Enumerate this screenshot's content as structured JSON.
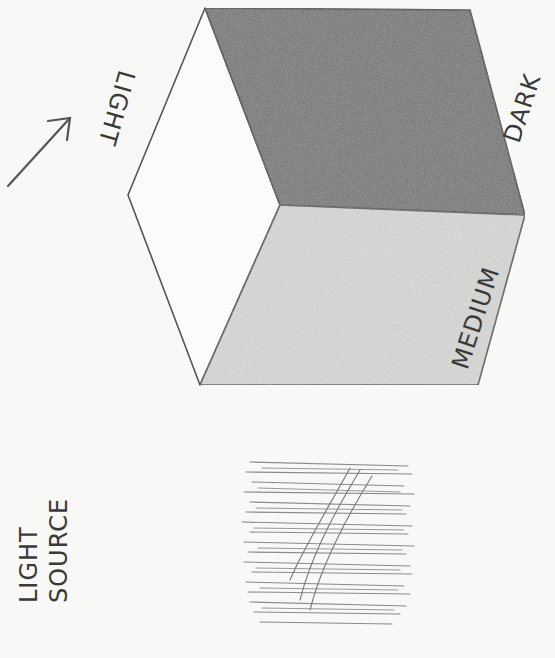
{
  "diagram": {
    "labels": [
      "LIGHT SOURCE",
      "LIGHT",
      "DARK",
      "MEDIUM"
    ]
  }
}
